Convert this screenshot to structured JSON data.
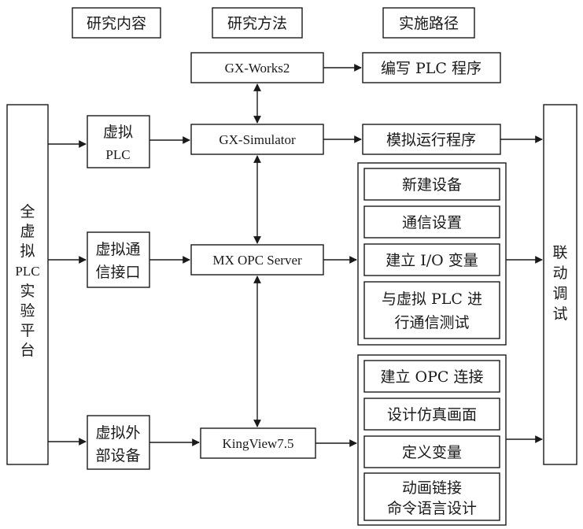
{
  "headers": {
    "content": "研究内容",
    "method": "研究方法",
    "path": "实施路径"
  },
  "platform": {
    "lines": [
      "全",
      "虚",
      "拟",
      "PLC",
      "实",
      "验",
      "平",
      "台"
    ]
  },
  "content": {
    "virtual_plc": [
      "虚拟",
      "PLC"
    ],
    "virtual_comm": [
      "虚拟通",
      "信接口"
    ],
    "virtual_device": [
      "虚拟外",
      "部设备"
    ]
  },
  "method": {
    "gx_works": "GX-Works2",
    "gx_simulator": "GX-Simulator",
    "mx_opc": "MX OPC Server",
    "kingview": "KingView7.5"
  },
  "path": {
    "write_plc": "编写 PLC 程序",
    "simulate_run": "模拟运行程序",
    "opc_group": {
      "new_device": "新建设备",
      "comm_settings": "通信设置",
      "io_vars": "建立 I/O 变量",
      "comm_test": [
        "与虚拟 PLC 进",
        "行通信测试"
      ]
    },
    "kingview_group": {
      "opc_connect": "建立 OPC 连接",
      "design_screen": "设计仿真画面",
      "define_vars": "定义变量",
      "animation": [
        "动画链接",
        "命令语言设计"
      ]
    }
  },
  "debug": {
    "lines": [
      "联",
      "动",
      "调",
      "试"
    ]
  }
}
